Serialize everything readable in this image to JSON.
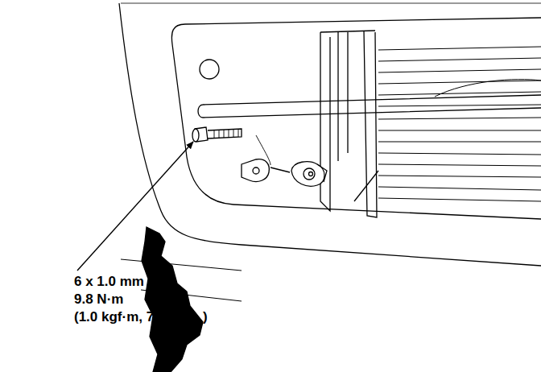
{
  "diagram": {
    "labels": [
      "6 x 1.0 mm",
      "9.8 N·m",
      "(1.0 kgf·m, 7.2",
      ")"
    ]
  }
}
